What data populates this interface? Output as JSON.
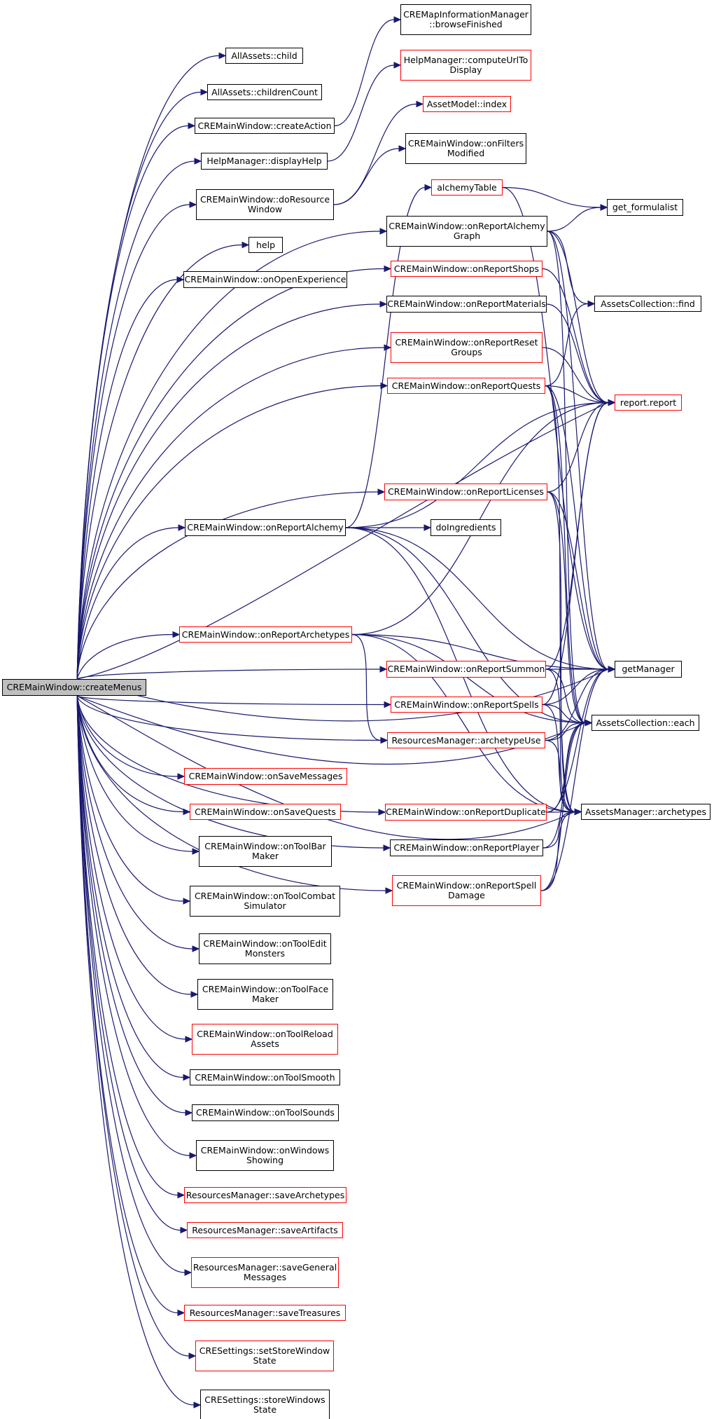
{
  "colors": {
    "edge": "#191970",
    "node_border": "#000000",
    "node_border_incomplete": "#ff0000",
    "root_fill": "#bfbfbf"
  },
  "nodes": {
    "root": {
      "label": "CREMainWindow::createMenus",
      "state": "root"
    },
    "browse_finished": {
      "label": "CREMapInformationManager\n::browseFinished",
      "state": "normal"
    },
    "child": {
      "label": "AllAssets::child",
      "state": "normal"
    },
    "compute_url": {
      "label": "HelpManager::computeUrlTo\nDisplay",
      "state": "incomplete"
    },
    "children_count": {
      "label": "AllAssets::childrenCount",
      "state": "normal"
    },
    "asset_index": {
      "label": "AssetModel::index",
      "state": "incomplete"
    },
    "create_action": {
      "label": "CREMainWindow::createAction",
      "state": "normal"
    },
    "on_filters_modified": {
      "label": "CREMainWindow::onFilters\nModified",
      "state": "normal"
    },
    "display_help": {
      "label": "HelpManager::displayHelp",
      "state": "normal"
    },
    "alchemy_table": {
      "label": "alchemyTable",
      "state": "incomplete"
    },
    "do_resource_window": {
      "label": "CREMainWindow::doResource\nWindow",
      "state": "normal"
    },
    "get_formulalist": {
      "label": "get_formulalist",
      "state": "normal"
    },
    "alchemy_graph": {
      "label": "CREMainWindow::onReportAlchemy\nGraph",
      "state": "normal"
    },
    "help": {
      "label": "help",
      "state": "normal"
    },
    "on_report_shops": {
      "label": "CREMainWindow::onReportShops",
      "state": "incomplete"
    },
    "on_open_experience": {
      "label": "CREMainWindow::onOpenExperience",
      "state": "normal"
    },
    "collection_find": {
      "label": "AssetsCollection::find",
      "state": "normal"
    },
    "on_report_materials": {
      "label": "CREMainWindow::onReportMaterials",
      "state": "normal"
    },
    "on_report_reset_groups": {
      "label": "CREMainWindow::onReportReset\nGroups",
      "state": "incomplete"
    },
    "on_report_quests": {
      "label": "CREMainWindow::onReportQuests",
      "state": "incomplete"
    },
    "report_report": {
      "label": "report.report",
      "state": "incomplete"
    },
    "on_report_licenses": {
      "label": "CREMainWindow::onReportLicenses",
      "state": "incomplete"
    },
    "on_report_alchemy": {
      "label": "CREMainWindow::onReportAlchemy",
      "state": "normal"
    },
    "do_ingredients": {
      "label": "doIngredients",
      "state": "normal"
    },
    "on_report_archetypes": {
      "label": "CREMainWindow::onReportArchetypes",
      "state": "incomplete"
    },
    "on_report_summon": {
      "label": "CREMainWindow::onReportSummon",
      "state": "incomplete"
    },
    "get_manager": {
      "label": "getManager",
      "state": "normal"
    },
    "on_report_spells": {
      "label": "CREMainWindow::onReportSpells",
      "state": "incomplete"
    },
    "collection_each": {
      "label": "AssetsCollection::each",
      "state": "normal"
    },
    "archetype_use": {
      "label": "ResourcesManager::archetypeUse",
      "state": "incomplete"
    },
    "on_save_messages": {
      "label": "CREMainWindow::onSaveMessages",
      "state": "incomplete"
    },
    "on_save_quests": {
      "label": "CREMainWindow::onSaveQuests",
      "state": "incomplete"
    },
    "on_report_duplicate": {
      "label": "CREMainWindow::onReportDuplicate",
      "state": "incomplete"
    },
    "manager_archetypes": {
      "label": "AssetsManager::archetypes",
      "state": "normal"
    },
    "on_tool_bar_maker": {
      "label": "CREMainWindow::onToolBar\nMaker",
      "state": "normal"
    },
    "on_report_player": {
      "label": "CREMainWindow::onReportPlayer",
      "state": "normal"
    },
    "on_report_spell_damage": {
      "label": "CREMainWindow::onReportSpell\nDamage",
      "state": "incomplete"
    },
    "on_tool_combat_simulator": {
      "label": "CREMainWindow::onToolCombat\nSimulator",
      "state": "normal"
    },
    "on_tool_edit_monsters": {
      "label": "CREMainWindow::onToolEdit\nMonsters",
      "state": "normal"
    },
    "on_tool_face_maker": {
      "label": "CREMainWindow::onToolFace\nMaker",
      "state": "normal"
    },
    "on_tool_reload_assets": {
      "label": "CREMainWindow::onToolReload\nAssets",
      "state": "incomplete"
    },
    "on_tool_smooth": {
      "label": "CREMainWindow::onToolSmooth",
      "state": "normal"
    },
    "on_tool_sounds": {
      "label": "CREMainWindow::onToolSounds",
      "state": "normal"
    },
    "on_windows_showing": {
      "label": "CREMainWindow::onWindows\nShowing",
      "state": "normal"
    },
    "save_archetypes": {
      "label": "ResourcesManager::saveArchetypes",
      "state": "incomplete"
    },
    "save_artifacts": {
      "label": "ResourcesManager::saveArtifacts",
      "state": "incomplete"
    },
    "save_general_messages": {
      "label": "ResourcesManager::saveGeneral\nMessages",
      "state": "incomplete"
    },
    "save_treasures": {
      "label": "ResourcesManager::saveTreasures",
      "state": "incomplete"
    },
    "set_store_window_state": {
      "label": "CRESettings::setStoreWindow\nState",
      "state": "incomplete"
    },
    "store_windows_state": {
      "label": "CRESettings::storeWindows\nState",
      "state": "normal"
    }
  },
  "edges": [
    [
      "root",
      "child"
    ],
    [
      "root",
      "children_count"
    ],
    [
      "root",
      "create_action"
    ],
    [
      "root",
      "display_help"
    ],
    [
      "root",
      "do_resource_window"
    ],
    [
      "root",
      "help"
    ],
    [
      "root",
      "on_open_experience"
    ],
    [
      "root",
      "alchemy_graph"
    ],
    [
      "root",
      "on_report_shops"
    ],
    [
      "root",
      "on_report_materials"
    ],
    [
      "root",
      "on_report_reset_groups"
    ],
    [
      "root",
      "on_report_quests"
    ],
    [
      "root",
      "on_report_licenses"
    ],
    [
      "root",
      "on_report_alchemy"
    ],
    [
      "root",
      "on_report_archetypes"
    ],
    [
      "root",
      "on_report_summon"
    ],
    [
      "root",
      "on_report_spells"
    ],
    [
      "root",
      "archetype_use"
    ],
    [
      "root",
      "on_report_duplicate"
    ],
    [
      "root",
      "on_report_player"
    ],
    [
      "root",
      "on_report_spell_damage"
    ],
    [
      "root",
      "get_manager"
    ],
    [
      "root",
      "collection_each"
    ],
    [
      "root",
      "manager_archetypes"
    ],
    [
      "root",
      "report_report"
    ],
    [
      "root",
      "on_save_messages"
    ],
    [
      "root",
      "on_save_quests"
    ],
    [
      "root",
      "on_tool_bar_maker"
    ],
    [
      "root",
      "on_tool_combat_simulator"
    ],
    [
      "root",
      "on_tool_edit_monsters"
    ],
    [
      "root",
      "on_tool_face_maker"
    ],
    [
      "root",
      "on_tool_reload_assets"
    ],
    [
      "root",
      "on_tool_smooth"
    ],
    [
      "root",
      "on_tool_sounds"
    ],
    [
      "root",
      "on_windows_showing"
    ],
    [
      "root",
      "save_archetypes"
    ],
    [
      "root",
      "save_artifacts"
    ],
    [
      "root",
      "save_general_messages"
    ],
    [
      "root",
      "save_treasures"
    ],
    [
      "root",
      "set_store_window_state"
    ],
    [
      "root",
      "store_windows_state"
    ],
    [
      "create_action",
      "browse_finished"
    ],
    [
      "display_help",
      "compute_url"
    ],
    [
      "do_resource_window",
      "asset_index"
    ],
    [
      "do_resource_window",
      "on_filters_modified"
    ],
    [
      "alchemy_table",
      "get_formulalist"
    ],
    [
      "alchemy_table",
      "get_manager"
    ],
    [
      "alchemy_graph",
      "get_formulalist"
    ],
    [
      "alchemy_graph",
      "collection_find"
    ],
    [
      "alchemy_graph",
      "report_report"
    ],
    [
      "alchemy_graph",
      "get_manager"
    ],
    [
      "alchemy_graph",
      "collection_each"
    ],
    [
      "on_report_shops",
      "report_report"
    ],
    [
      "on_report_materials",
      "report_report"
    ],
    [
      "on_report_reset_groups",
      "report_report"
    ],
    [
      "on_report_quests",
      "collection_find"
    ],
    [
      "on_report_quests",
      "report_report"
    ],
    [
      "on_report_quests",
      "get_manager"
    ],
    [
      "on_report_quests",
      "collection_each"
    ],
    [
      "on_report_quests",
      "manager_archetypes"
    ],
    [
      "on_report_licenses",
      "report_report"
    ],
    [
      "on_report_licenses",
      "get_manager"
    ],
    [
      "on_report_licenses",
      "collection_each"
    ],
    [
      "on_report_licenses",
      "manager_archetypes"
    ],
    [
      "on_report_alchemy",
      "alchemy_table"
    ],
    [
      "on_report_alchemy",
      "report_report"
    ],
    [
      "on_report_alchemy",
      "do_ingredients"
    ],
    [
      "on_report_alchemy",
      "get_manager"
    ],
    [
      "on_report_alchemy",
      "collection_each"
    ],
    [
      "on_report_alchemy",
      "manager_archetypes"
    ],
    [
      "on_report_archetypes",
      "report_report"
    ],
    [
      "on_report_archetypes",
      "get_manager"
    ],
    [
      "on_report_archetypes",
      "archetype_use"
    ],
    [
      "on_report_archetypes",
      "collection_each"
    ],
    [
      "on_report_archetypes",
      "manager_archetypes"
    ],
    [
      "on_report_summon",
      "report_report"
    ],
    [
      "on_report_summon",
      "get_manager"
    ],
    [
      "on_report_summon",
      "collection_each"
    ],
    [
      "on_report_summon",
      "manager_archetypes"
    ],
    [
      "on_report_spells",
      "report_report"
    ],
    [
      "on_report_spells",
      "get_manager"
    ],
    [
      "on_report_spells",
      "collection_each"
    ],
    [
      "on_report_spells",
      "manager_archetypes"
    ],
    [
      "archetype_use",
      "get_manager"
    ],
    [
      "archetype_use",
      "collection_each"
    ],
    [
      "archetype_use",
      "manager_archetypes"
    ],
    [
      "on_report_duplicate",
      "get_manager"
    ],
    [
      "on_report_duplicate",
      "collection_each"
    ],
    [
      "on_report_duplicate",
      "manager_archetypes"
    ],
    [
      "on_report_player",
      "collection_each"
    ],
    [
      "on_report_player",
      "manager_archetypes"
    ],
    [
      "on_report_spell_damage",
      "get_manager"
    ],
    [
      "on_report_spell_damage",
      "collection_each"
    ],
    [
      "on_report_spell_damage",
      "manager_archetypes"
    ]
  ]
}
